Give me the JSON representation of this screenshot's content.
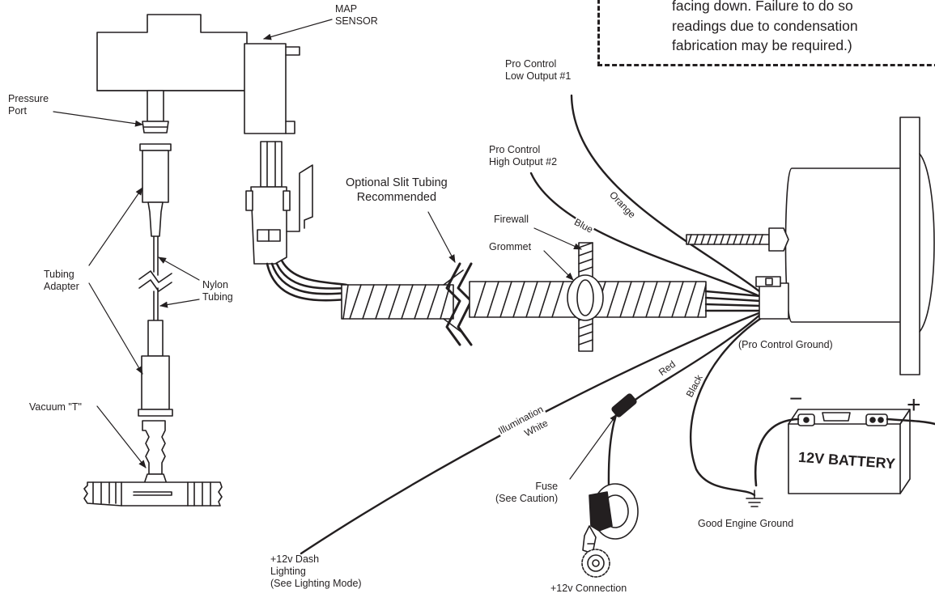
{
  "note": {
    "lines": [
      "facing down. Failure to do so",
      "readings due to condensation",
      "fabrication may be required.)"
    ]
  },
  "labels": {
    "map_sensor": [
      "MAP",
      "SENSOR"
    ],
    "pressure_port": [
      "Pressure",
      "Port"
    ],
    "tubing_adapter": [
      "Tubing",
      "Adapter"
    ],
    "nylon_tubing": [
      "Nylon",
      "Tubing"
    ],
    "vacuum_t": "Vacuum \"T\"",
    "slit_tubing": [
      "Optional Slit Tubing",
      "Recommended"
    ],
    "firewall": "Firewall",
    "grommet": "Grommet",
    "low_output": [
      "Pro Control",
      "Low Output #1"
    ],
    "high_output": [
      "Pro Control",
      "High Output #2"
    ],
    "pro_ground": "(Pro Control Ground)",
    "fuse": [
      "Fuse",
      "(See Caution)"
    ],
    "dash_lighting": [
      "+12v Dash",
      "Lighting",
      "(See Lighting Mode)"
    ],
    "connection": "+12v Connection",
    "engine_ground": "Good Engine Ground",
    "battery": "12V BATTERY",
    "battery_neg": "−",
    "battery_pos": "+"
  },
  "wire_labels": {
    "orange": "Orange",
    "blue": "Blue",
    "red": "Red",
    "black": "Black",
    "illumination": "Illumination",
    "white": "White"
  }
}
